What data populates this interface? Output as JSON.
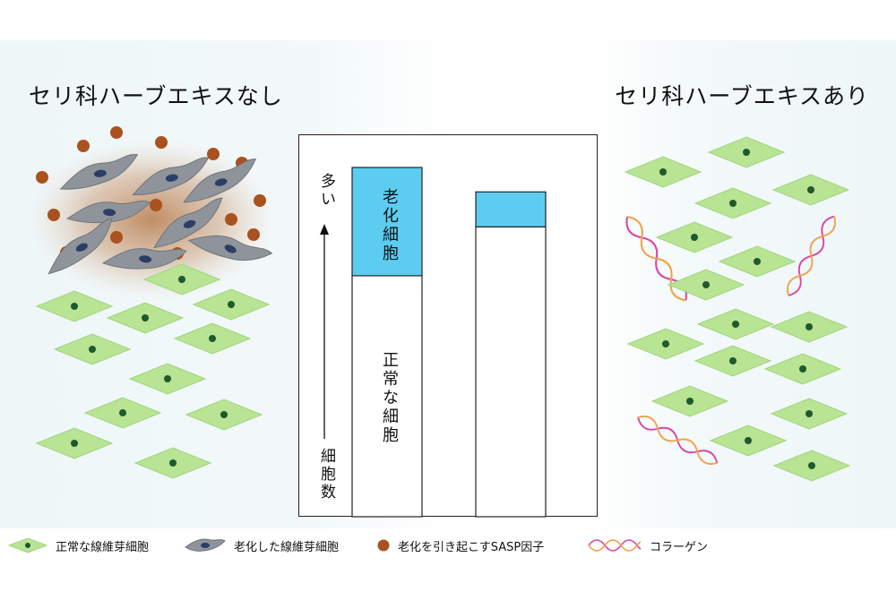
{
  "titles": {
    "left": "セリ科ハーブエキスなし",
    "right": "セリ科ハーブエキスあり"
  },
  "chart": {
    "axis_top": "多い",
    "axis_bottom": "細胞数",
    "senescent_label": "老化細胞",
    "normal_label": "正常な細胞"
  },
  "chart_data": {
    "type": "bar",
    "stacked": true,
    "categories": [
      "セリ科ハーブエキスなし",
      "セリ科ハーブエキスあり"
    ],
    "series": [
      {
        "name": "正常な細胞",
        "values": [
          0.69,
          0.83
        ],
        "color": "#ffffff"
      },
      {
        "name": "老化細胞",
        "values": [
          0.31,
          0.1
        ],
        "color": "#5ccdf0"
      }
    ]
  },
  "legend": [
    {
      "icon": "normal-fibroblast-icon",
      "label": "正常な線維芽細胞"
    },
    {
      "icon": "senescent-fibroblast-icon",
      "label": "老化した線維芽細胞"
    },
    {
      "icon": "sasp-factor-icon",
      "label": "老化を引き起こすSASP因子"
    },
    {
      "icon": "collagen-icon",
      "label": "コラーゲン"
    }
  ],
  "colors": {
    "normal_cell": "#b8e493",
    "normal_cell_border": "#8fcf6c",
    "nucleus": "#1f5a2e",
    "senescent_cell": "#8f949b",
    "senescent_nucleus": "#2b3e66",
    "sasp": "#a9521f",
    "senescent_bar": "#5ccdf0",
    "collagen_a": "#d946a8",
    "collagen_b": "#f0a24d"
  }
}
